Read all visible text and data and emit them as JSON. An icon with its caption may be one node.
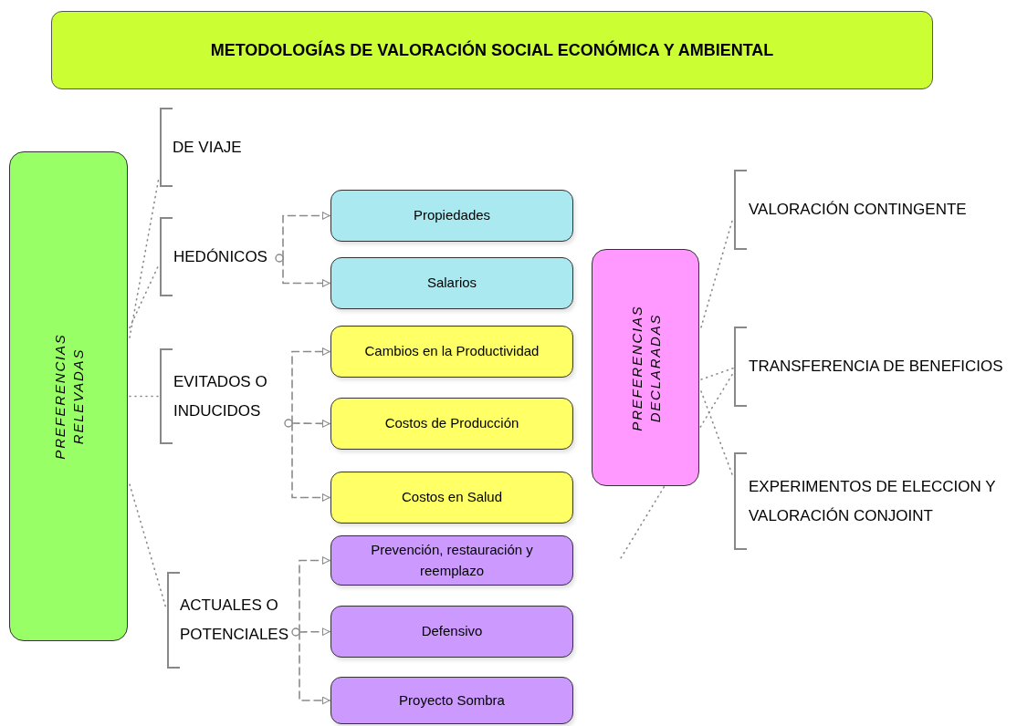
{
  "diagram": {
    "nodes": [
      {
        "text": [
          "METODOLOGÍAS DE VALORACIÓN SOCIAL ECONÓMICA Y AMBIENTAL"
        ]
      },
      {
        "text": [
          "PREFERENCIAS RELEVADAS"
        ]
      },
      {
        "text": [
          "DE VIAJE"
        ]
      },
      {
        "text": [
          "HEDÓNICOS"
        ]
      },
      {
        "text": [
          "Propiedades"
        ]
      },
      {
        "text": [
          "Salarios"
        ]
      },
      {
        "text": [
          "EVITADOS O INDUCIDOS"
        ]
      },
      {
        "text": [
          "Cambios en la Productividad"
        ]
      },
      {
        "text": [
          "Costos de Producción"
        ]
      },
      {
        "text": [
          "Costos en Salud"
        ]
      },
      {
        "text": [
          "ACTUALES O POTENCIALES"
        ]
      },
      {
        "text": [
          "Prevención, restauración y reemplazo"
        ]
      },
      {
        "text": [
          "Defensivo"
        ]
      },
      {
        "text": [
          "Proyecto Sombra"
        ]
      },
      {
        "text": [
          "PREFERENCIAS DECLARADAS"
        ]
      },
      {
        "text": [
          "VALORACIÓN CONTINGENTE"
        ]
      },
      {
        "text": [
          "TRANSFERENCIA DE BENEFICIOS"
        ]
      },
      {
        "text": [
          "EXPERIMENTOS DE ELECCION Y VALORACIÓN CONJOINT"
        ]
      }
    ],
    "edges": [
      {
        "from": 1,
        "to": 2,
        "arrow": "none"
      },
      {
        "from": 1,
        "to": 3,
        "arrow": "none"
      },
      {
        "from": 1,
        "to": 6,
        "arrow": "none"
      },
      {
        "from": 1,
        "to": 10,
        "arrow": "none"
      },
      {
        "from": 3,
        "to": 4,
        "arrow": "to",
        "style": "dashed"
      },
      {
        "from": 3,
        "to": 5,
        "arrow": "to",
        "style": "dashed"
      },
      {
        "from": 6,
        "to": 7,
        "arrow": "to",
        "style": "dashed"
      },
      {
        "from": 6,
        "to": 8,
        "arrow": "to",
        "style": "dashed"
      },
      {
        "from": 6,
        "to": 9,
        "arrow": "to",
        "style": "dashed"
      },
      {
        "from": 10,
        "to": 11,
        "arrow": "to",
        "style": "dashed"
      },
      {
        "from": 10,
        "to": 12,
        "arrow": "to",
        "style": "dashed"
      },
      {
        "from": 10,
        "to": 13,
        "arrow": "to",
        "style": "dashed"
      },
      {
        "from": 14,
        "to": 15,
        "arrow": "none"
      },
      {
        "from": 14,
        "to": 16,
        "arrow": "none"
      },
      {
        "from": 14,
        "to": 17,
        "arrow": "none"
      },
      {
        "from": 16,
        "to": null,
        "arrow": "none"
      }
    ]
  }
}
